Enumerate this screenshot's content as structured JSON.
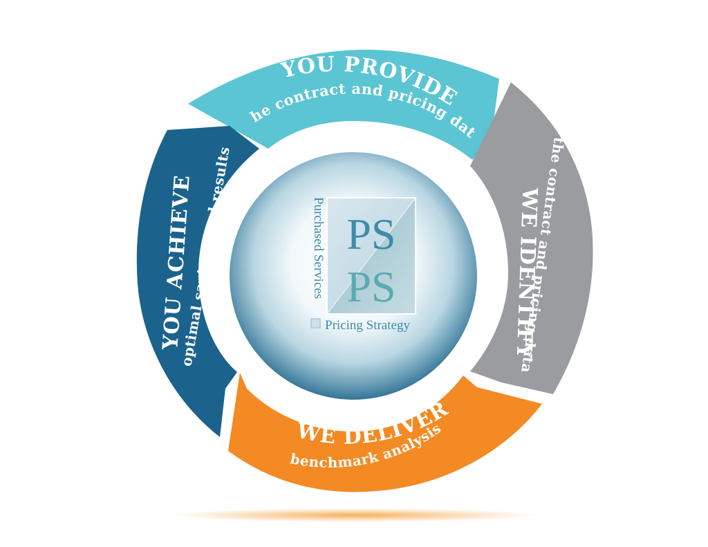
{
  "colors": {
    "provide": "#5bc5d3",
    "identify": "#9b9c9f",
    "deliver": "#f48a23",
    "achieve": "#1b638c",
    "logo_ps_top": "#3f8aa8",
    "logo_ps_bottom": "#5aaab0",
    "glow": "#f6a84a"
  },
  "segments": [
    {
      "key": "provide",
      "title": "YOU PROVIDE",
      "subtitle": "the contract and pricing data"
    },
    {
      "key": "identify",
      "title": "WE IDENTIFY",
      "subtitle": "the contract and pricing data"
    },
    {
      "key": "deliver",
      "title": "WE DELIVER",
      "subtitle": "benchmark analysis"
    },
    {
      "key": "achieve",
      "title": "YOU ACHIEVE",
      "subtitle": "optimal savings and results"
    }
  ],
  "logo": {
    "monogram_top": "PS",
    "monogram_bottom": "PS",
    "side_text": "Purchased Services",
    "foot_text": "Pricing Strategy"
  }
}
